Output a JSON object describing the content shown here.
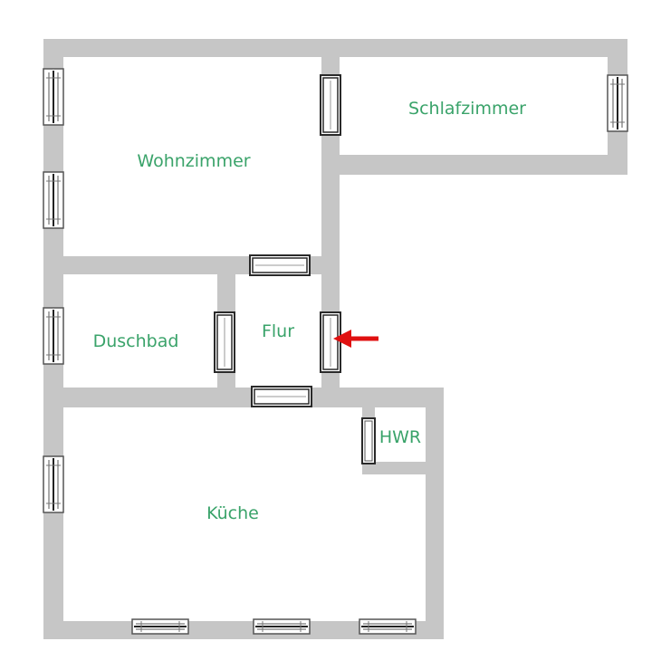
{
  "colors": {
    "wall": "#c6c6c6",
    "label": "#3aa36a",
    "arrow": "#e01010",
    "door_frame": "#2a2a2a",
    "window_frame": "#555555"
  },
  "rooms": {
    "wohnzimmer": "Wohnzimmer",
    "schlafzimmer": "Schlafzimmer",
    "duschbad": "Duschbad",
    "flur": "Flur",
    "hwr": "HWR",
    "kueche": "Küche"
  },
  "entrance_arrow": {
    "icon": "arrow-left-icon"
  }
}
